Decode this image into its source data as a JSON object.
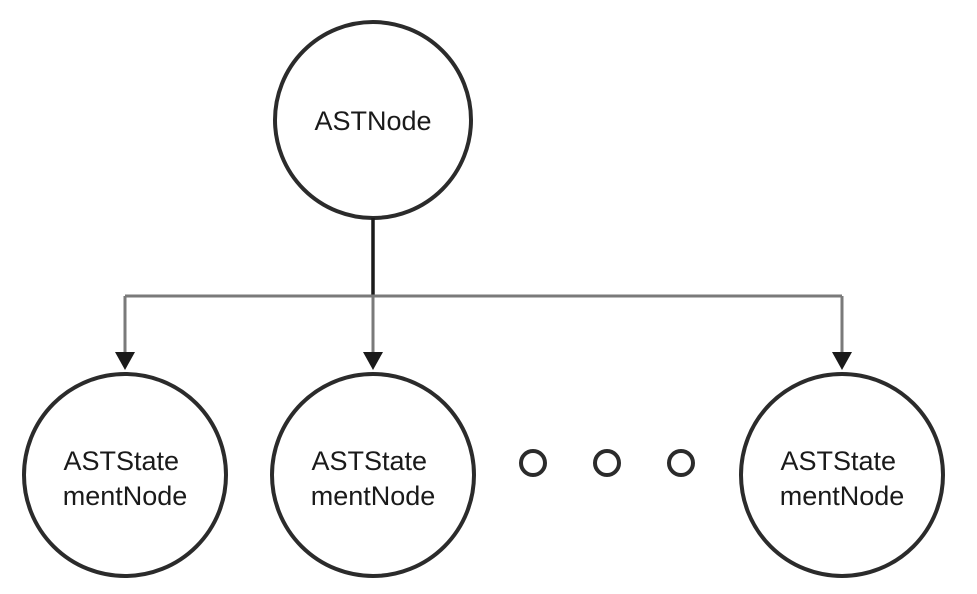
{
  "diagram": {
    "root": {
      "label": "ASTNode"
    },
    "children": [
      {
        "line1": "ASTState",
        "line2": "mentNode"
      },
      {
        "line1": "ASTState",
        "line2": "mentNode"
      },
      {
        "line1": "ASTState",
        "line2": "mentNode"
      }
    ],
    "ellipsis_count": 3,
    "colors": {
      "node_stroke": "#2b2b2b",
      "edge": "#7a7a7a",
      "trunk": "#1a1a1a"
    }
  }
}
